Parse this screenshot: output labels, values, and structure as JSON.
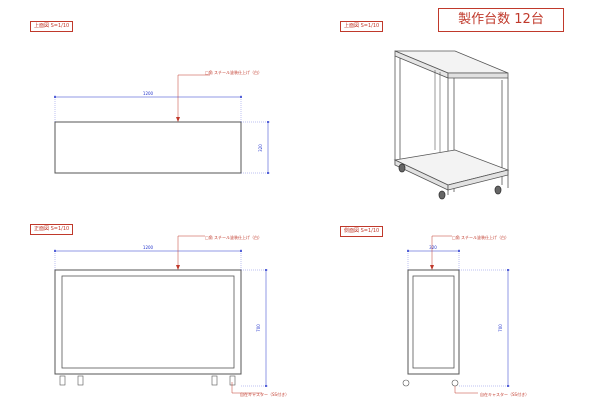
{
  "title": "製作台数 12台",
  "views": {
    "top_plan": "上面図  S=1/10",
    "perspective": "上面図  S=1/10",
    "front": "正面図  S=1/10",
    "side": "側面図  S=1/10"
  },
  "notes": {
    "material": "□角 スチール塗装仕上げ（白）",
    "caster": "自在キャスター（SS付き）"
  },
  "dims": {
    "top_width": "1200",
    "top_depth": "320",
    "front_width": "1200",
    "front_height": "700",
    "side_depth": "320",
    "side_height": "700"
  },
  "colors": {
    "accent": "#c0392b",
    "dimension": "#2233cc",
    "line": "#555555"
  }
}
